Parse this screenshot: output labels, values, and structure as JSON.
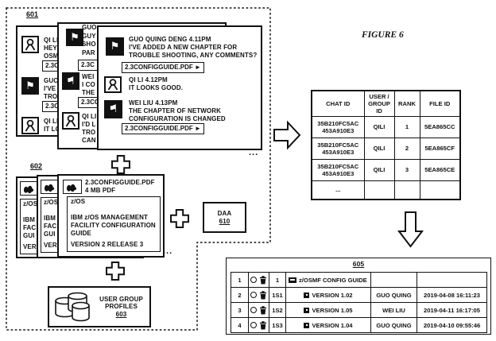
{
  "figure_label": "FIGURE 6",
  "icons": {
    "flag": "⚑"
  },
  "chat_group": {
    "label": "601",
    "ellipsis": "...",
    "window_back": {
      "msg1_lines": "QI LI\nHEY\nOSM",
      "msg1_attachment": "2.3C",
      "msg2_lines": "GUO\nI'VE\nTRO",
      "msg2_attachment": "2.3C",
      "msg3_lines": "QI LI\nIT LO"
    },
    "window_middle": {
      "msg1_lines": "GUO\nGUY\nSHO\nPAR",
      "msg1_attachment": "2.3C",
      "msg2_lines": "WEI\nI CO\nTHE",
      "msg2_attachment": "2.3CO",
      "msg3_lines": "QI LI\nI'D L\nTRO\nCAN"
    },
    "window_front": {
      "msg1_header": "GUO QUING DENG 4.11PM",
      "msg1_body": "I'VE ADDED A NEW CHAPTER FOR\nTROUBLE SHOOTING, ANY COMMENTS?",
      "msg1_attachment": "2.3CONFIGGUIDE.PDF ►",
      "msg2_header": "QI LI 4.12PM",
      "msg2_body": "IT LOOKS GOOD.",
      "msg3_header": "WEI LIU 4.13PM",
      "msg3_body": "THE CHAPTER OF NETWORK\nCONFIGURATION IS CHANGED",
      "msg3_attachment": "2.3CONFIGGUIDE.PDF ►"
    }
  },
  "documents": {
    "label": "602",
    "ellipsis": "...",
    "front": {
      "filename": "2.3CONFIGGUIDE.PDF",
      "filesize": "4 MB PDF",
      "platform": "z/OS",
      "title": "IBM z/OS MANAGEMENT\nFACILITY CONFIGURATION\nGUIDE",
      "version": "VERSION 2 RELEASE 3"
    },
    "back": {
      "platform": "z/OS",
      "title": "IBM\nFAC\nGUI",
      "version": "VER"
    }
  },
  "profiles": {
    "label": "603",
    "text": "USER GROUP\nPROFILES"
  },
  "daa": {
    "name": "DAA",
    "label": "610"
  },
  "rank_table": {
    "headers": [
      "CHAT ID",
      "USER /\nGROUP\nID",
      "RANK",
      "FILE ID"
    ],
    "rows": [
      {
        "chat_id": "35B210FC5AC\n453A910E3",
        "user_group_id": "QILI",
        "rank": "1",
        "file_id": "5EA865CC"
      },
      {
        "chat_id": "35B210FC5AC\n453A910E3",
        "user_group_id": "QILI",
        "rank": "2",
        "file_id": "5EA865CF"
      },
      {
        "chat_id": "35B210FC5AC\n453A910E3",
        "user_group_id": "QILI",
        "rank": "3",
        "file_id": "5EA865CE"
      },
      {
        "chat_id": "...",
        "user_group_id": "",
        "rank": "",
        "file_id": ""
      }
    ]
  },
  "version_table": {
    "label": "605",
    "rows": [
      {
        "num": "1",
        "id": "1",
        "title": "z/OSMF CONFIG GUIDE",
        "author": "",
        "time": ""
      },
      {
        "num": "2",
        "id": "1S1",
        "title": "VERSION 1.02",
        "author": "GUO QUING",
        "time": "2019-04-08 16:11:23"
      },
      {
        "num": "3",
        "id": "1S2",
        "title": "VERSION 1.05",
        "author": "WEI LIU",
        "time": "2019-04-11 16:17:05"
      },
      {
        "num": "4",
        "id": "1S3",
        "title": "VERSION 1.04",
        "author": "GUO QUING",
        "time": "2019-04-10 09:55:46"
      }
    ]
  }
}
